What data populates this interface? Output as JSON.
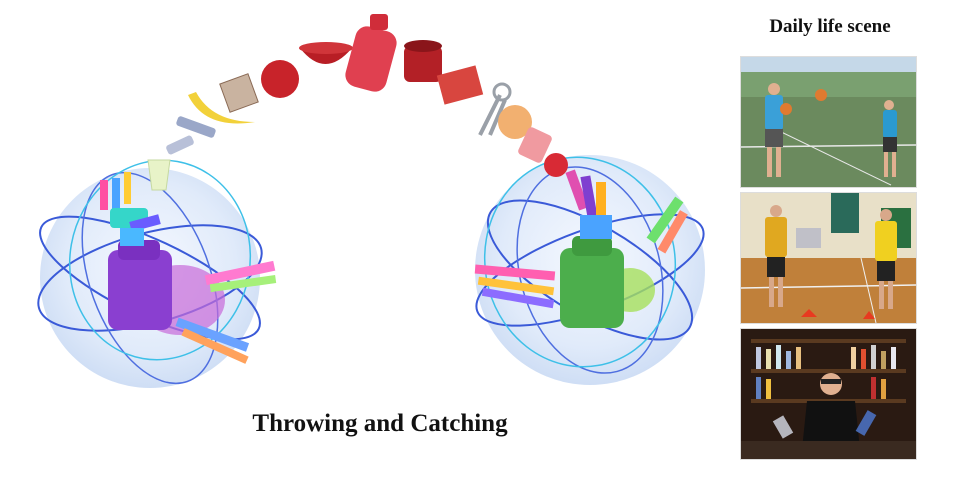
{
  "figure": {
    "caption": "Throwing and Catching",
    "side_panel_title": "Daily life scene"
  },
  "scene": {
    "left_hand": "thrower",
    "right_hand": "catcher",
    "objects_in_arc": [
      "cup",
      "glue-stick",
      "box",
      "banana",
      "small-box",
      "apple",
      "bowl",
      "bottle",
      "mug",
      "cracker-box",
      "scissors",
      "peach",
      "can",
      "strawberry"
    ]
  },
  "photos": [
    {
      "scene": "netball-court-throwing-ball"
    },
    {
      "scene": "gym-hall-catching-ball"
    },
    {
      "scene": "bartender-throwing-bottle"
    }
  ],
  "colors": {
    "sphere": "#d6e4f7",
    "orbit": "#3a5ad8",
    "left_object": "#8a3fd0",
    "right_object": "#4cae4c"
  }
}
